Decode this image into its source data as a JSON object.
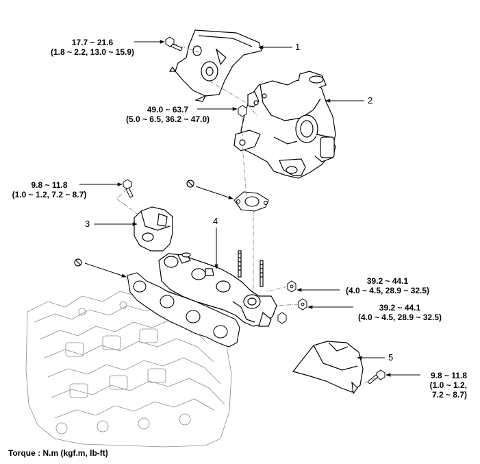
{
  "torque_labels": {
    "heat_shield_bolt": {
      "value": "17.7 ~ 21.6",
      "sub": "(1.8 ~ 2.2, 13.0 ~ 15.9)"
    },
    "turbo_nut": {
      "value": "49.0 ~ 63.7",
      "sub": "(5.0 ~ 6.5, 36.2 ~ 47.0)"
    },
    "shield3_bolt": {
      "value": "9.8 ~ 11.8",
      "sub": "(1.0 ~ 1.2, 7.2 ~ 8.7)"
    },
    "manifold_nut_upper": {
      "value": "39.2 ~ 44.1",
      "sub": "(4.0 ~ 4.5, 28.9 ~ 32.5)"
    },
    "manifold_nut_lower": {
      "value": "39.2 ~ 44.1",
      "sub": "(4.0 ~ 4.5, 28.9 ~ 32.5)"
    },
    "shield5_bolt": {
      "value": "9.8 ~ 11.8",
      "sub1": "(1.0 ~ 1.2,",
      "sub2": "7.2 ~ 8.7)"
    }
  },
  "callouts": [
    "1",
    "2",
    "3",
    "4",
    "5"
  ],
  "footer": "Torque : N.m (kgf.m, lb-ft)",
  "colors": {
    "line": "#000000",
    "hidden": "#777777",
    "fill": "#ffffff"
  },
  "icons": [
    "replace-part-icon",
    "replace-part-icon"
  ]
}
